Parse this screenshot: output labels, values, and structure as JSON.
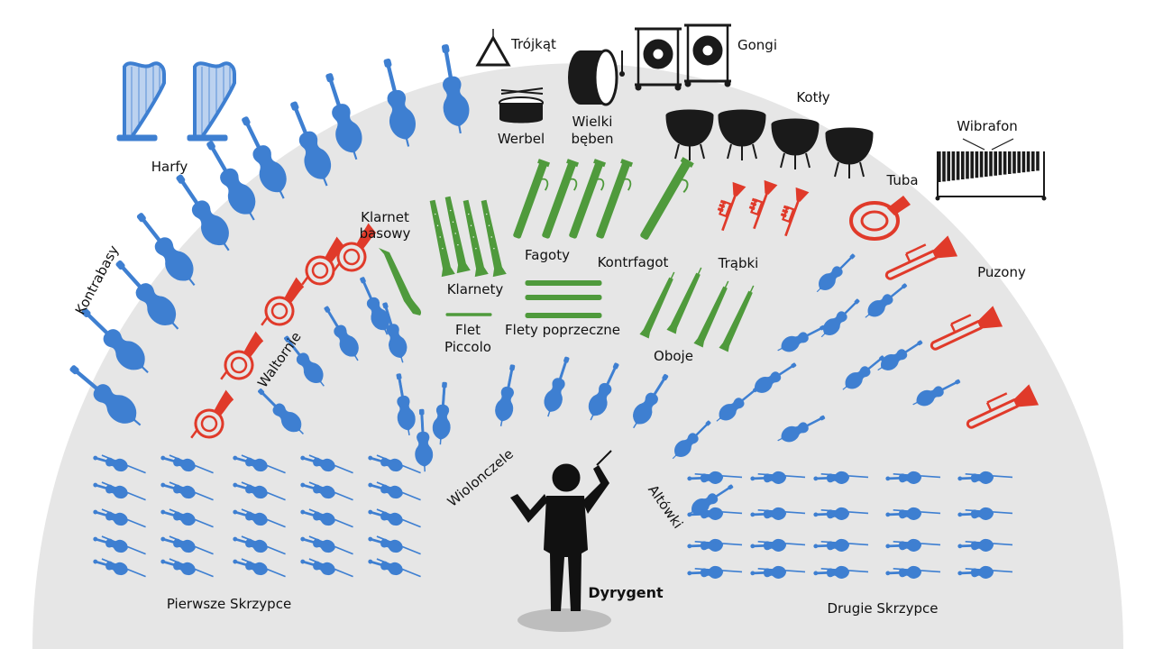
{
  "labels": {
    "harps": "Harfy",
    "double_basses": "Kontrabasy",
    "triangle": "Trójkąt",
    "snare_drum": "Werbel",
    "bass_drum_l1": "Wielki",
    "bass_drum_l2": "bęben",
    "gongs": "Gongi",
    "timpani": "Kotły",
    "vibraphone": "Wibrafon",
    "tuba": "Tuba",
    "bass_clarinet_l1": "Klarnet",
    "bass_clarinet_l2": "basowy",
    "bassoons": "Fagoty",
    "contrabassoon": "Kontrfagot",
    "trumpets": "Trąbki",
    "trombones": "Puzony",
    "clarinets": "Klarnety",
    "piccolo_l1": "Flet",
    "piccolo_l2": "Piccolo",
    "flutes": "Flety poprzeczne",
    "oboes": "Oboje",
    "horns": "Waltornie",
    "cellos": "Wiolonczele",
    "violas": "Altówki",
    "conductor": "Dyrygent",
    "first_violins": "Pierwsze Skrzypce",
    "second_violins": "Drugie Skrzypce"
  },
  "colors": {
    "stage": "#e6e6e6",
    "strings": "#3e7fd1",
    "woodwinds": "#4f9a3c",
    "brass": "#e03a2a",
    "percussion": "#1a1a1a",
    "conductor": "#111111"
  },
  "icons": {
    "harp": "harp-icon",
    "double_bass": "double-bass-icon",
    "cello": "cello-icon",
    "viola": "viola-icon",
    "violin": "violin-icon",
    "horn": "french-horn-icon",
    "trumpet": "trumpet-icon",
    "trombone": "trombone-icon",
    "tuba": "tuba-icon",
    "clarinet": "clarinet-icon",
    "bassoon": "bassoon-icon",
    "oboe": "oboe-icon",
    "flute": "flute-icon",
    "timpani": "timpani-icon",
    "gong": "gong-icon",
    "snare": "snare-drum-icon",
    "bass_drum": "bass-drum-icon",
    "triangle": "triangle-icon",
    "vibraphone": "vibraphone-icon",
    "conductor": "conductor-icon"
  }
}
